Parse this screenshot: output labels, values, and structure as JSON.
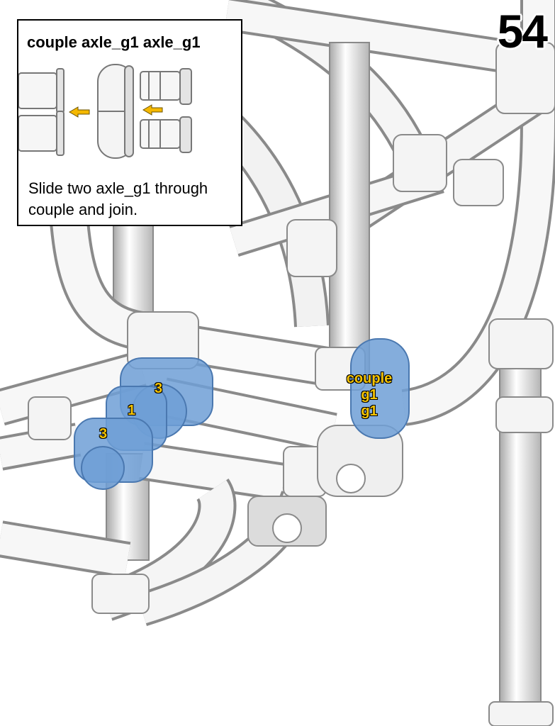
{
  "step_number": "54",
  "callout": {
    "title": "couple axle_g1 axle_g1",
    "instruction": "Slide two axle_g1 through couple and join."
  },
  "labels": {
    "connector_top": "3",
    "connector_middle": "1",
    "connector_bottom": "3",
    "couple_line1": "couple",
    "couple_line2": "g1",
    "couple_line3": "g1"
  },
  "colors": {
    "highlight": "#6f9fd6",
    "label_text": "#f5c400",
    "arrow": "#f5b800"
  }
}
